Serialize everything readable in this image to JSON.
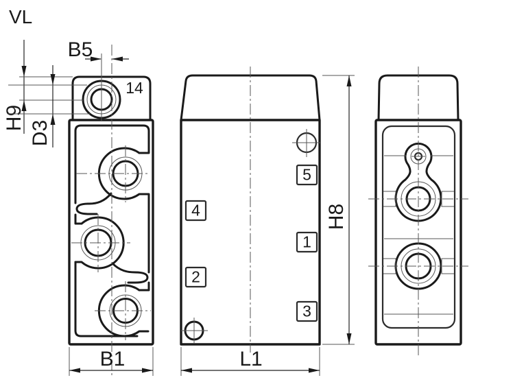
{
  "title": "VL",
  "front_view": {
    "hole_label": "14",
    "dim_b5": "B5",
    "dim_h9": "H9",
    "dim_d3": "D3",
    "dim_b1": "B1"
  },
  "side_view": {
    "dim_l1": "L1",
    "dim_h8": "H8",
    "ports": {
      "p1": "1",
      "p2": "2",
      "p3": "3",
      "p4": "4",
      "p5": "5"
    }
  },
  "colors": {
    "line": "#1a1a1a",
    "medium": "#2b2b2b",
    "thin": "#555555",
    "background": "#ffffff"
  }
}
